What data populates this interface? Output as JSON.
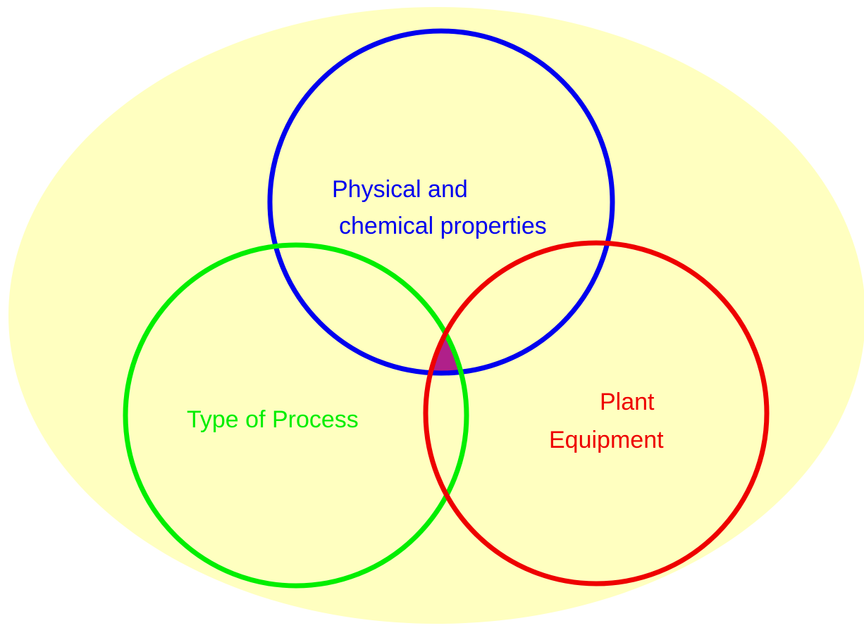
{
  "diagram": {
    "type": "venn",
    "background_color": "#FFFFC0",
    "intersection_color": "#B0208A",
    "circles": [
      {
        "id": "physical-chemical",
        "label_lines": [
          "Physical and",
          "chemical properties"
        ],
        "color": "#0000EE"
      },
      {
        "id": "type-of-process",
        "label_lines": [
          "Type of Process"
        ],
        "color": "#00EE00"
      },
      {
        "id": "plant-equipment",
        "label_lines": [
          "Plant",
          "Equipment"
        ],
        "color": "#EE0000"
      }
    ]
  }
}
